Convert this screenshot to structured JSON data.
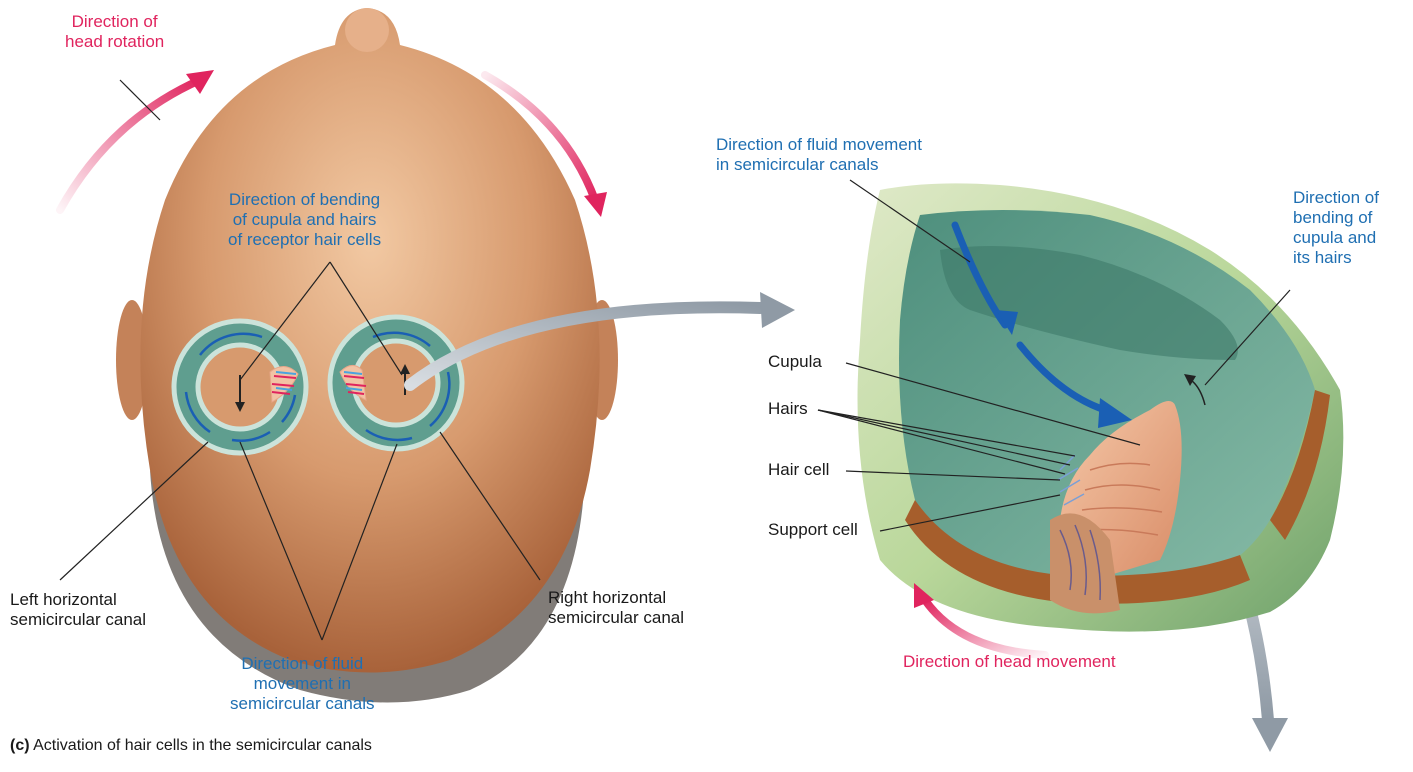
{
  "labels": {
    "head_rotation": "Direction of\nhead rotation",
    "bending_left": "Direction of bending\nof cupula and hairs\nof receptor hair cells",
    "fluid_top": "Direction of fluid movement\nin semicircular canals",
    "bending_right": "Direction of\nbending of\ncupula and\nits hairs",
    "cupula": "Cupula",
    "hairs": "Hairs",
    "hair_cell": "Hair cell",
    "support_cell": "Support cell",
    "left_canal": "Left horizontal\nsemicircular canal",
    "right_canal": "Right horizontal\nsemicircular canal",
    "fluid_bottom": "Direction of fluid\nmovement in\nsemicircular canals",
    "head_movement": "Direction of head movement"
  },
  "caption": {
    "letter": "(c)",
    "text": "Activation of hair cells in the semicircular canals"
  },
  "colors": {
    "label_blue": "#1f6fb2",
    "label_red": "#e0245e",
    "skin": "#d9a27a",
    "canal_green": "#5f9e8f",
    "fluid_arrow": "#1a5fb4"
  }
}
